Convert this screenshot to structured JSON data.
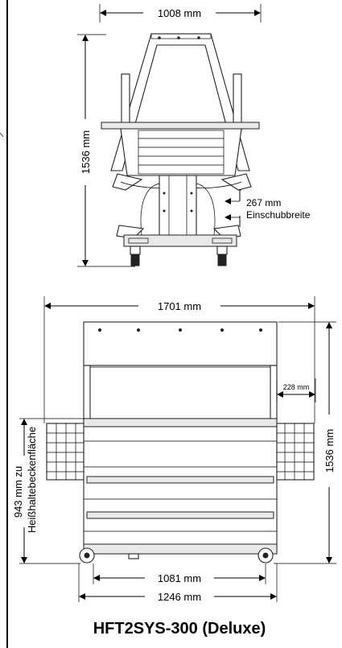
{
  "diagram": {
    "top_view": {
      "width_label": "1008 mm",
      "height_label": "1536 mm",
      "insert_label_value": "267 mm",
      "insert_label_text": "Einschubbreite"
    },
    "front_view": {
      "width_label": "1701 mm",
      "small_label": "228 mm",
      "height_label": "1536 mm",
      "surface_label_line1": "943 mm zu",
      "surface_label_line2": "Heißhaltebeckenfläche",
      "inner_width_label": "1081 mm",
      "base_width_label": "1246 mm"
    },
    "model_title": "HFT2SYS-300 (Deluxe)"
  }
}
